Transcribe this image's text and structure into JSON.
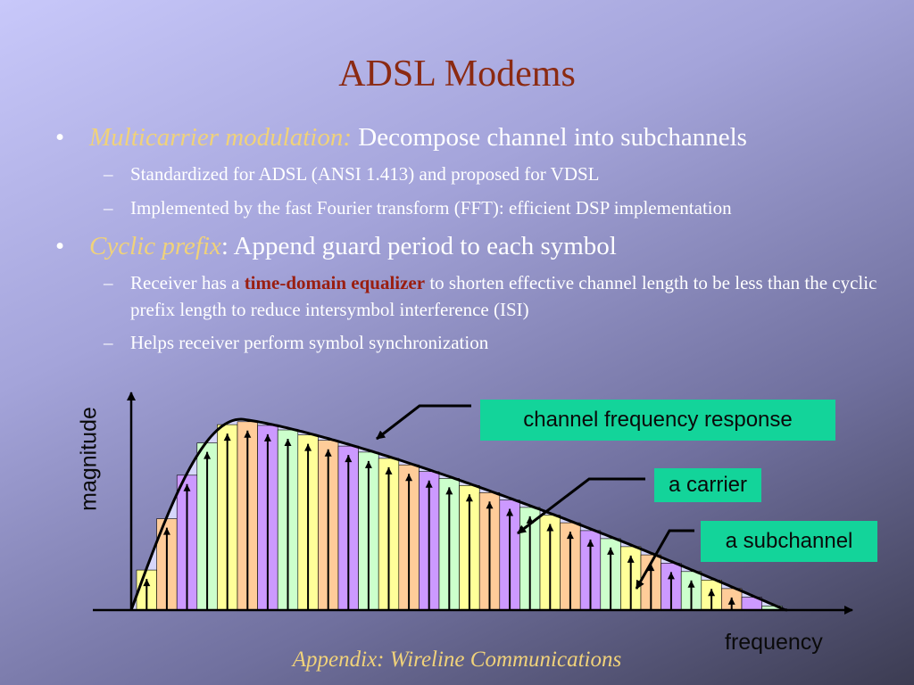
{
  "slide": {
    "title": "ADSL Modems",
    "footer": "Appendix: Wireline Communications"
  },
  "bullets": [
    {
      "marker": "•",
      "term": "Multicarrier modulation:",
      "text": " Decompose channel into subchannels",
      "subs": [
        {
          "marker": "–",
          "pre": "Standardized for ADSL (ANSI 1.413) and proposed for VDSL"
        },
        {
          "marker": "–",
          "pre": "Implemented by the fast Fourier transform (FFT): efficient DSP implementation"
        }
      ]
    },
    {
      "marker": "•",
      "term": "Cyclic prefix",
      "text": ": Append guard period to each symbol",
      "subs": [
        {
          "marker": "–",
          "pre": "Receiver has a ",
          "highlight": "time-domain equalizer",
          "post": " to shorten effective channel length to be less than the cyclic prefix length to reduce intersymbol interference (ISI)"
        },
        {
          "marker": "–",
          "pre": "Helps receiver perform symbol synchronization"
        }
      ]
    }
  ],
  "diagram": {
    "y_axis_label": "magnitude",
    "x_axis_label": "frequency",
    "labels": {
      "response": "channel frequency response",
      "carrier": "a carrier",
      "subchannel": "a subchannel"
    },
    "subchannel_count": 32,
    "bar_palette": [
      "#ffff99",
      "#ffcc99",
      "#cc99ff",
      "#ccffcc"
    ],
    "curve_fill": "#d6d6fb",
    "accent_color": "#13d49a"
  }
}
